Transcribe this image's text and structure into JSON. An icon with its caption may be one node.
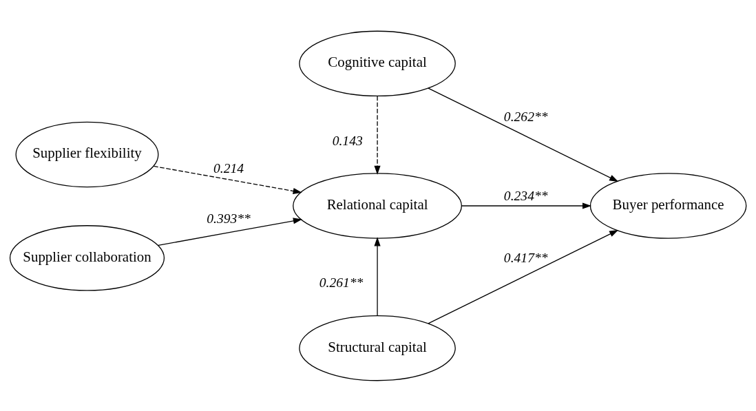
{
  "diagram": {
    "nodes": [
      {
        "text": [
          "Cognitive capital"
        ]
      },
      {
        "text": [
          "Supplier flexibility"
        ]
      },
      {
        "text": [
          "Relational capital"
        ]
      },
      {
        "text": [
          "Buyer performance"
        ]
      },
      {
        "text": [
          "Supplier collaboration"
        ]
      },
      {
        "text": [
          "Structural capital"
        ]
      }
    ],
    "edges": [
      {
        "from": 1,
        "to": 2,
        "arrow": "to",
        "label": "0.214",
        "style": "dashed"
      },
      {
        "from": 0,
        "to": 2,
        "arrow": "to",
        "label": "0.143",
        "style": "dashed"
      },
      {
        "from": 4,
        "to": 2,
        "arrow": "to",
        "label": "0.393**"
      },
      {
        "from": 5,
        "to": 2,
        "arrow": "to",
        "label": "0.261**"
      },
      {
        "from": 2,
        "to": 3,
        "arrow": "to",
        "label": "0.234**"
      },
      {
        "from": 0,
        "to": 3,
        "arrow": "to",
        "label": "0.262**"
      },
      {
        "from": 5,
        "to": 3,
        "arrow": "to",
        "label": "0.417**"
      }
    ]
  }
}
